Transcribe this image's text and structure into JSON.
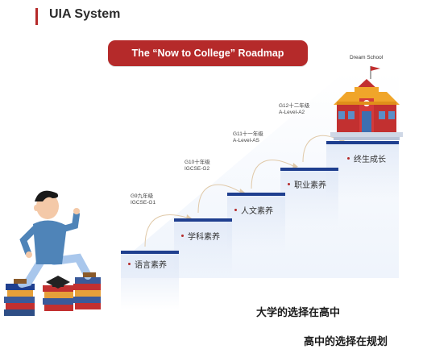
{
  "header": {
    "title": "UIA System"
  },
  "banner": {
    "title": "The “Now to College” Roadmap"
  },
  "steps": [
    {
      "grade_cn": "G9九年级",
      "grade_code": "IGCSE-G1",
      "label": "语言素养"
    },
    {
      "grade_cn": "G10十年级",
      "grade_code": "IGCSE-G2",
      "label": "学科素养"
    },
    {
      "grade_cn": "G11十一年级",
      "grade_code": "A-Level-AS",
      "label": "人文素养"
    },
    {
      "grade_cn": "G12十二年级",
      "grade_code": "A-Level-A2",
      "label": "职业素养"
    },
    {
      "label": "终生成长"
    }
  ],
  "school": {
    "label": "Dream School"
  },
  "slogans": {
    "line1": "大学的选择在高中",
    "line2": "高中的选择在规划"
  },
  "colors": {
    "accent": "#b52a2a",
    "step": "#1f3f8f",
    "curve": "#e0c9a8"
  }
}
